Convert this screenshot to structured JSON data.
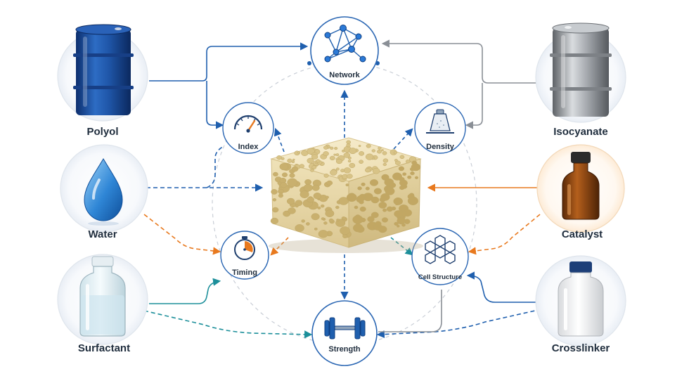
{
  "ingredients": {
    "polyol": "Polyol",
    "water": "Water",
    "surfactant": "Surfactant",
    "isocyanate": "Isocyanate",
    "catalyst": "Catalyst",
    "crosslinker": "Crosslinker"
  },
  "properties": {
    "network": "Network",
    "index": "Index",
    "density": "Density",
    "timing": "Timing",
    "cell_structure": "Cell Structure",
    "strength": "Strength"
  },
  "colors": {
    "blue": "#1f5fae",
    "gray": "#8a8f96",
    "orange": "#e8791e",
    "teal": "#1c8f9a",
    "text": "#1f2d3d",
    "foam": "#f1e6c4"
  },
  "icons": {
    "polyol": "blue-drum-icon",
    "isocyanate": "silver-drum-icon",
    "water": "water-drop-icon",
    "catalyst": "amber-bottle-icon",
    "surfactant": "clear-bottle-icon",
    "crosslinker": "white-bottle-icon",
    "network": "molecular-network-icon",
    "index": "gauge-icon",
    "density": "weight-icon",
    "timing": "stopwatch-icon",
    "cell_structure": "hexagon-cells-icon",
    "strength": "dumbbell-icon",
    "center": "foam-block-icon"
  }
}
